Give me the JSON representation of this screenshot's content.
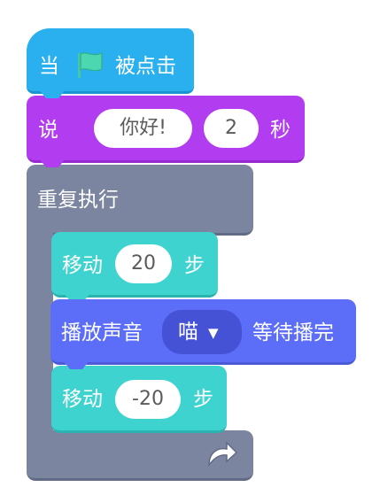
{
  "hat_block": {
    "when_label": "当",
    "flag_icon": "green-flag-icon",
    "clicked_label": "被点击",
    "color": "#2ab0ee"
  },
  "say_block": {
    "say_label": "说",
    "message_value": "你好!",
    "seconds_value": "2",
    "seconds_label": "秒",
    "color": "#b23df0"
  },
  "forever_block": {
    "label": "重复执行",
    "loop_icon": "loop-arrow-icon",
    "color": "#7b859f"
  },
  "move_block_1": {
    "move_label": "移动",
    "steps_value": "20",
    "steps_label": "步",
    "color": "#3ed3cf"
  },
  "sound_block": {
    "play_label": "播放声音",
    "sound_value": "喵",
    "dropdown_icon": "caret-down-icon",
    "until_done_label": "等待播完",
    "color": "#5c6ef7"
  },
  "move_block_2": {
    "move_label": "移动",
    "steps_value": "-20",
    "steps_label": "步",
    "color": "#3ed3cf"
  },
  "icons": {
    "caret": "▼"
  }
}
